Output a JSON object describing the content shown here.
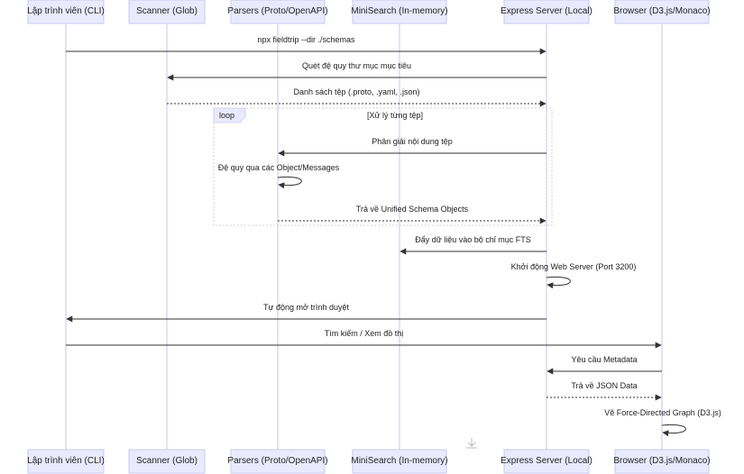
{
  "participants": [
    {
      "id": "cli",
      "label": "Lập trình viên (CLI)"
    },
    {
      "id": "scanner",
      "label": "Scanner (Glob)"
    },
    {
      "id": "parsers",
      "label": "Parsers (Proto/OpenAPI)"
    },
    {
      "id": "minisearch",
      "label": "MiniSearch (In-memory)"
    },
    {
      "id": "server",
      "label": "Express Server (Local)"
    },
    {
      "id": "browser",
      "label": "Browser (D3.js/Monaco)"
    }
  ],
  "messages": [
    {
      "from": "cli",
      "to": "server",
      "label": "npx fieldtrip --dir ./schemas",
      "style": "solid"
    },
    {
      "from": "server",
      "to": "scanner",
      "label": "Quét đệ quy thư mục mục tiêu",
      "style": "solid"
    },
    {
      "from": "scanner",
      "to": "server",
      "label": "Danh sách tệp (.proto, .yaml, .json)",
      "style": "dotted"
    },
    {
      "from": "server",
      "to": "parsers",
      "label": "Phân giải nội dung tệp",
      "style": "solid"
    },
    {
      "from": "parsers",
      "to": "parsers",
      "label": "Đệ quy qua các Object/Messages",
      "style": "solid"
    },
    {
      "from": "parsers",
      "to": "server",
      "label": "Trả về Unified Schema Objects",
      "style": "dotted"
    },
    {
      "from": "server",
      "to": "minisearch",
      "label": "Đẩy dữ liệu vào bộ chỉ mục FTS",
      "style": "solid"
    },
    {
      "from": "server",
      "to": "server",
      "label": "Khởi động Web Server (Port 3200)",
      "style": "solid"
    },
    {
      "from": "server",
      "to": "cli",
      "label": "Tự động mở trình duyệt",
      "style": "solid"
    },
    {
      "from": "cli",
      "to": "browser",
      "label": "Tìm kiếm / Xem đồ thị",
      "style": "solid"
    },
    {
      "from": "browser",
      "to": "server",
      "label": "Yêu cầu Metadata",
      "style": "solid"
    },
    {
      "from": "server",
      "to": "browser",
      "label": "Trả về JSON Data",
      "style": "dotted"
    },
    {
      "from": "browser",
      "to": "browser",
      "label": "Vẽ Force-Directed Graph (D3.js)",
      "style": "solid"
    }
  ],
  "loop": {
    "keyword": "loop",
    "condition": "[Xử lý từng tệp]"
  },
  "colors": {
    "actor_fill": "#eaeaff",
    "actor_border": "#c9c9f0",
    "lifeline": "#c4c4ee",
    "message": "#333333"
  },
  "icons": [
    "download-icon"
  ]
}
